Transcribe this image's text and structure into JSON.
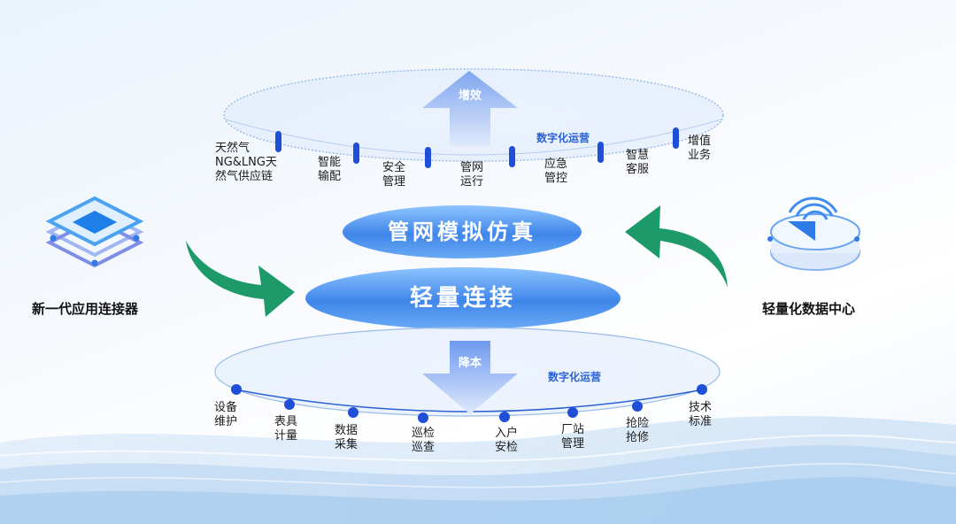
{
  "center": {
    "simulation": "管网模拟仿真",
    "connection": "轻量连接"
  },
  "left": {
    "title": "新一代应用连接器"
  },
  "right": {
    "title": "轻量化数据中心"
  },
  "top_ring": {
    "arrow_label": "增效",
    "ring_label": "数字化运营",
    "items": [
      "天然气\nNG&LNG天\n然气供应链",
      "智能\n输配",
      "安全\n管理",
      "管网\n运行",
      "应急\n管控",
      "智慧\n客服",
      "增值\n业务"
    ]
  },
  "bottom_ring": {
    "arrow_label": "降本",
    "ring_label": "数字化运营",
    "items": [
      "设备\n维护",
      "表具\n计量",
      "数据\n采集",
      "巡检\n巡查",
      "入户\n安检",
      "厂站\n管理",
      "抢险\n抢修",
      "技术\n标准"
    ]
  },
  "colors": {
    "accent_blue": "#2a62d6",
    "node_blue": "#1f4fd8",
    "green_arrow": "#1e9a6a"
  }
}
